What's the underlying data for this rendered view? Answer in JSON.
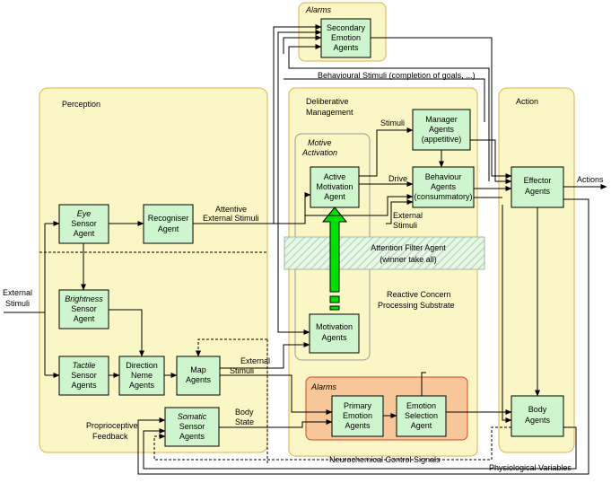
{
  "regions": {
    "perception": "Perception",
    "action": "Action",
    "alarms_top": "Alarms",
    "alarms_bottom": "Alarms",
    "deliberative": [
      "Deliberative",
      "Management"
    ],
    "motive": [
      "Motive",
      "Activation"
    ],
    "reactive": [
      "Reactive Concern",
      "Processing Substrate"
    ]
  },
  "agents": {
    "eye": {
      "lines": [
        "Eye",
        "Sensor",
        "Agent"
      ],
      "italic_first": true
    },
    "recogniser": {
      "lines": [
        "Recogniser",
        "Agent"
      ],
      "italic_first": false
    },
    "brightness": {
      "lines": [
        "Brightness",
        "Sensor",
        "Agent"
      ],
      "italic_first": true
    },
    "tactile": {
      "lines": [
        "Tactile",
        "Sensor",
        "Agents"
      ],
      "italic_first": true
    },
    "direction": {
      "lines": [
        "Direction",
        "Neme",
        "Agents"
      ],
      "italic_first": false
    },
    "map": {
      "lines": [
        "Map",
        "Agents"
      ],
      "italic_first": false
    },
    "somatic": {
      "lines": [
        "Somatic",
        "Sensor",
        "Agents"
      ],
      "italic_first": true
    },
    "secondary_emotion": {
      "lines": [
        "Secondary",
        "Emotion",
        "Agents"
      ],
      "italic_first": false
    },
    "manager": {
      "lines": [
        "Manager",
        "Agents",
        "(appetitive)"
      ],
      "italic_first": false
    },
    "active_motivation": {
      "lines": [
        "Active",
        "Motivation",
        "Agent"
      ],
      "italic_first": false
    },
    "behaviour": {
      "lines": [
        "Behaviour",
        "Agents",
        "(consummatory)"
      ],
      "italic_first": false
    },
    "motivation": {
      "lines": [
        "Motivation",
        "Agents"
      ],
      "italic_first": false
    },
    "primary_emotion": {
      "lines": [
        "Primary",
        "Emotion",
        "Agents"
      ],
      "italic_first": false
    },
    "emotion_selection": {
      "lines": [
        "Emotion",
        "Selection",
        "Agent"
      ],
      "italic_first": false
    },
    "effector": {
      "lines": [
        "Effector",
        "Agents"
      ],
      "italic_first": false
    },
    "body": {
      "lines": [
        "Body",
        "Agents"
      ],
      "italic_first": false
    }
  },
  "attention_filter": [
    "Attention Filter Agent",
    "(winner take all)"
  ],
  "signals": {
    "external_stimuli_in": [
      "External",
      "Stimuli"
    ],
    "attentive_external": [
      "Attentive",
      "External Stimuli"
    ],
    "external_stimuli_map": [
      "External",
      "Stimuli"
    ],
    "body_state": [
      "Body",
      "State"
    ],
    "proprioceptive": [
      "Proprioceptive",
      "Feedback"
    ],
    "behavioural_stimuli": "Behavioural Stimuli (completion of goals, ...)",
    "stimuli": "Stimuli",
    "drive": "Drive",
    "external_stimuli_behaviour": [
      "External",
      "Stimuli"
    ],
    "actions": "Actions",
    "neurochemical": "Neurochemical Control Signals",
    "physiological": "Physiological Variables"
  },
  "colors": {
    "region_fill": "#fbf6c6",
    "region_border": "#e0b24a",
    "agent_fill": "#cff5cf",
    "alarm_fill": "#f7c79a",
    "alarm_border": "#d9462b",
    "arrow_green": "#00e000",
    "hatch": "#bfe3bf"
  }
}
